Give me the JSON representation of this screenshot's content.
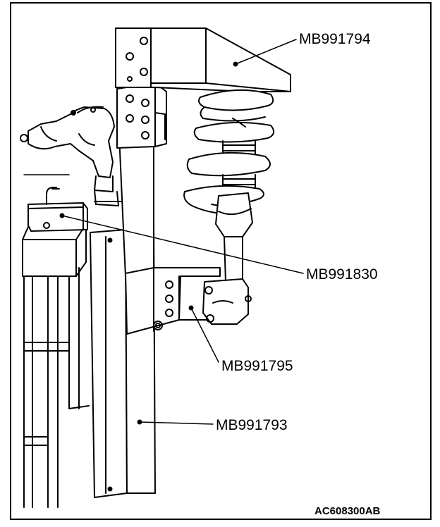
{
  "figure": {
    "figure_id": "AC608300AB",
    "callouts": [
      {
        "id": "MB991794",
        "label": "MB991794"
      },
      {
        "id": "MB991830",
        "label": "MB991830"
      },
      {
        "id": "MB991795",
        "label": "MB991795"
      },
      {
        "id": "MB991793",
        "label": "MB991793"
      }
    ]
  },
  "colors": {
    "line": "#000000",
    "background": "#ffffff"
  }
}
